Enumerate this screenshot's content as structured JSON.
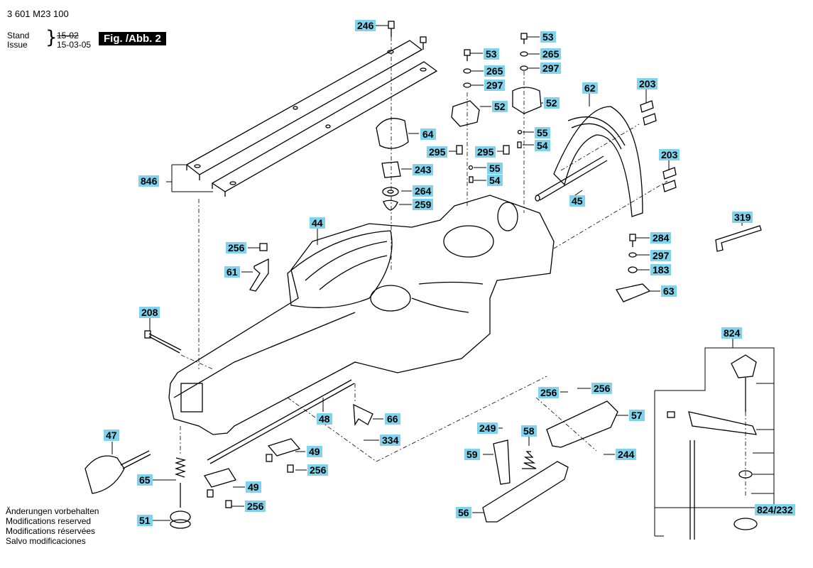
{
  "header": {
    "doc_code": "3 601 M23 100",
    "stand_label": "Stand",
    "stand_value": "15-02",
    "issue_label": "Issue",
    "issue_value": "15-03-05",
    "figure": "Fig. /Abb. 2"
  },
  "footer": {
    "lines": [
      "Änderungen vorbehalten",
      "Modifications reserved",
      "Modifications réservées",
      "Salvo modificaciones"
    ]
  },
  "callouts": [
    {
      "id": "c246",
      "text": "246"
    },
    {
      "id": "c846",
      "text": "846"
    },
    {
      "id": "c64",
      "text": "64"
    },
    {
      "id": "c243",
      "text": "243"
    },
    {
      "id": "c264",
      "text": "264"
    },
    {
      "id": "c259",
      "text": "259"
    },
    {
      "id": "c53a",
      "text": "53"
    },
    {
      "id": "c265a",
      "text": "265"
    },
    {
      "id": "c297a",
      "text": "297"
    },
    {
      "id": "c52a",
      "text": "52"
    },
    {
      "id": "c295a",
      "text": "295"
    },
    {
      "id": "c55a",
      "text": "55"
    },
    {
      "id": "c54a",
      "text": "54"
    },
    {
      "id": "c53b",
      "text": "53"
    },
    {
      "id": "c265b",
      "text": "265"
    },
    {
      "id": "c297b",
      "text": "297"
    },
    {
      "id": "c52b",
      "text": "52"
    },
    {
      "id": "c55b",
      "text": "55"
    },
    {
      "id": "c295b",
      "text": "295"
    },
    {
      "id": "c54b",
      "text": "54"
    },
    {
      "id": "c62",
      "text": "62"
    },
    {
      "id": "c203a",
      "text": "203"
    },
    {
      "id": "c203b",
      "text": "203"
    },
    {
      "id": "c45",
      "text": "45"
    },
    {
      "id": "c319",
      "text": "319"
    },
    {
      "id": "c284",
      "text": "284"
    },
    {
      "id": "c297c",
      "text": "297"
    },
    {
      "id": "c183",
      "text": "183"
    },
    {
      "id": "c63",
      "text": "63"
    },
    {
      "id": "c44",
      "text": "44"
    },
    {
      "id": "c256a",
      "text": "256"
    },
    {
      "id": "c61",
      "text": "61"
    },
    {
      "id": "c208",
      "text": "208"
    },
    {
      "id": "c824",
      "text": "824"
    },
    {
      "id": "c256b",
      "text": "256"
    },
    {
      "id": "c256c",
      "text": "256"
    },
    {
      "id": "c57",
      "text": "57"
    },
    {
      "id": "c48",
      "text": "48"
    },
    {
      "id": "c66",
      "text": "66"
    },
    {
      "id": "c249",
      "text": "249"
    },
    {
      "id": "c58",
      "text": "58"
    },
    {
      "id": "c334",
      "text": "334"
    },
    {
      "id": "c244",
      "text": "244"
    },
    {
      "id": "c47",
      "text": "47"
    },
    {
      "id": "c49a",
      "text": "49"
    },
    {
      "id": "c59",
      "text": "59"
    },
    {
      "id": "c256d",
      "text": "256"
    },
    {
      "id": "c65",
      "text": "65"
    },
    {
      "id": "c49b",
      "text": "49"
    },
    {
      "id": "c256e",
      "text": "256"
    },
    {
      "id": "c51",
      "text": "51"
    },
    {
      "id": "c56",
      "text": "56"
    },
    {
      "id": "c824_232",
      "text": "824/232"
    }
  ]
}
